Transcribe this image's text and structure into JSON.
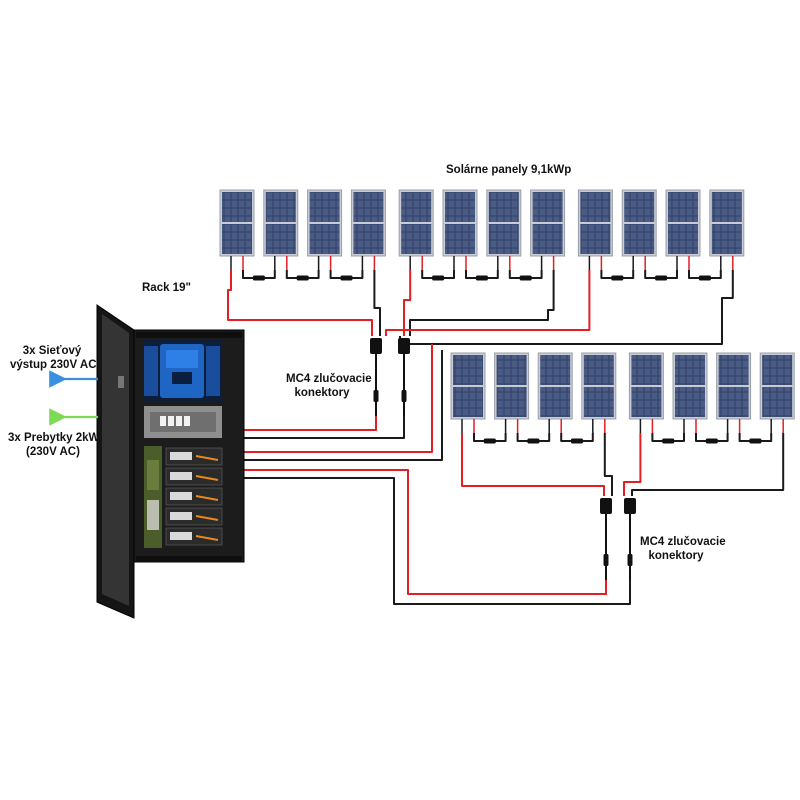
{
  "labels": {
    "panels_title": "Solárne panely 9,1kWp",
    "rack": "Rack 19\"",
    "grid_output_line1": "3x Sieťový",
    "grid_output_line2": "výstup 230V AC",
    "surplus_line1": "3x Prebytky 2kW",
    "surplus_line2": "(230V AC)",
    "mc4_top_line1": "MC4 zlučovacie",
    "mc4_top_line2": "konektory",
    "mc4_bottom_line1": "MC4 zlučovacie",
    "mc4_bottom_line2": "konektory"
  },
  "panel_arrays": [
    {
      "name": "upper-row",
      "panel_count": 12
    },
    {
      "name": "lower-row",
      "panel_count": 8
    }
  ],
  "colors": {
    "positive_wire": "#e31e24",
    "negative_wire": "#1a1a1a",
    "grid_arrow": "#3a8fe0",
    "surplus_arrow": "#7ed957",
    "panel_cell": "#3b4a6b",
    "panel_frame": "#c9ccd2",
    "rack_body": "#1c1c1c"
  }
}
